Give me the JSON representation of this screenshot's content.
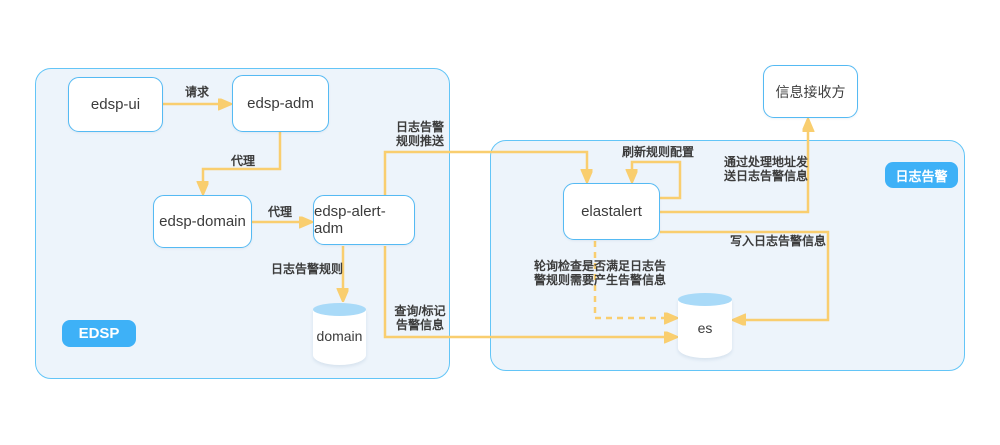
{
  "diagram": {
    "groups": [
      {
        "id": "edsp",
        "label": "EDSP"
      },
      {
        "id": "log_alert",
        "label": "日志告警"
      }
    ],
    "nodes": [
      {
        "id": "edsp_ui",
        "label": "edsp-ui",
        "type": "box"
      },
      {
        "id": "edsp_adm",
        "label": "edsp-adm",
        "type": "box"
      },
      {
        "id": "edsp_domain",
        "label": "edsp-domain",
        "type": "box"
      },
      {
        "id": "edsp_alert_adm",
        "label": "edsp-alert-adm",
        "type": "box"
      },
      {
        "id": "domain_db",
        "label": "domain",
        "type": "cylinder"
      },
      {
        "id": "elastalert",
        "label": "elastalert",
        "type": "box"
      },
      {
        "id": "es_db",
        "label": "es",
        "type": "cylinder"
      },
      {
        "id": "receiver",
        "label": "信息接收方",
        "type": "box"
      }
    ],
    "edges": [
      {
        "from": "edsp_ui",
        "to": "edsp_adm",
        "label": "请求",
        "style": "solid"
      },
      {
        "from": "edsp_adm",
        "to": "edsp_domain",
        "label": "代理",
        "style": "solid"
      },
      {
        "from": "edsp_domain",
        "to": "edsp_alert_adm",
        "label": "代理",
        "style": "solid"
      },
      {
        "from": "edsp_alert_adm",
        "to": "domain_db",
        "label": "日志告警规则",
        "style": "solid"
      },
      {
        "from": "edsp_alert_adm",
        "to": "elastalert",
        "label": "日志告警\n规则推送",
        "style": "solid"
      },
      {
        "from": "elastalert",
        "to": "elastalert",
        "label": "刷新规则配置",
        "style": "solid"
      },
      {
        "from": "elastalert",
        "to": "receiver",
        "label": "通过处理地址发\n送日志告警信息",
        "style": "solid"
      },
      {
        "from": "elastalert",
        "to": "es_db",
        "label": "写入日志告警信息",
        "style": "solid"
      },
      {
        "from": "elastalert",
        "to": "es_db",
        "label": "轮询检查是否满足日志告\n警规则需要产生告警信息",
        "style": "dashed"
      },
      {
        "from": "edsp_alert_adm",
        "to": "es_db",
        "label": "查询/标记\n告警信息",
        "style": "solid"
      }
    ],
    "colors": {
      "container_fill": "#EDF4FB",
      "container_border": "#63C5F7",
      "node_border": "#55BAF3",
      "node_fill": "#FFFFFF",
      "badge_fill": "#3EB1F7",
      "badge_text": "#FFFFFF",
      "arrow": "#F9CE6F",
      "text_color": "#3C3C3C",
      "cylinder_top": "#A9DAF8"
    }
  }
}
